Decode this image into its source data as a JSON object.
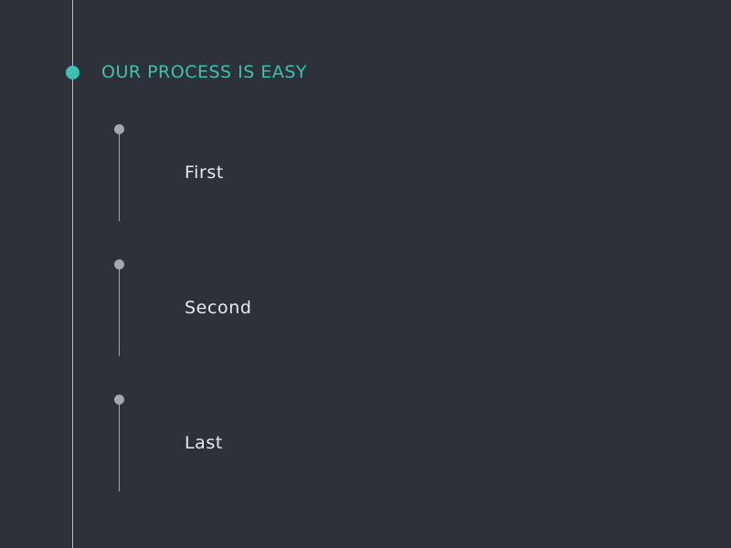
{
  "header": {
    "title": "OUR PROCESS IS EASY"
  },
  "steps": [
    {
      "label": "First"
    },
    {
      "label": "Second"
    },
    {
      "label": "Last"
    }
  ],
  "colors": {
    "background": "#2e313a",
    "accent": "#3ec1b0",
    "timeline_line": "#b9bcc4",
    "step_marker": "#a4a7af",
    "step_text": "#e8e9ec"
  }
}
